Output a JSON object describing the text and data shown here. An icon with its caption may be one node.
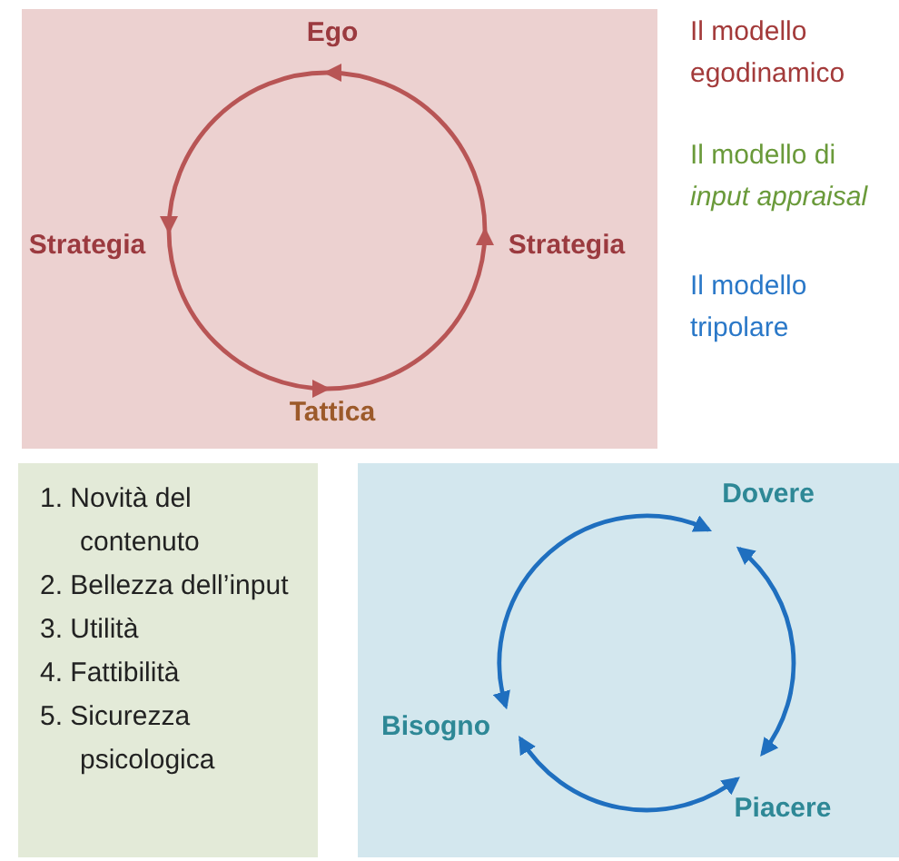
{
  "diagram": {
    "nodes": [
      {
        "text": [],
        "shape": "box"
      },
      {
        "text": [
          "Ego"
        ],
        "in": 0
      },
      {
        "text": [
          "Strategia"
        ],
        "in": 0
      },
      {
        "text": [
          "Strategia"
        ],
        "in": 0
      },
      {
        "text": [
          "Tattica"
        ],
        "in": 0
      },
      {
        "text": [
          "1. Novità del contenuto",
          "2. Bellezza dell’input",
          "3. Utilità",
          "4. Fattibilità",
          "5. Sicurezza psicologica"
        ]
      },
      {
        "text": [],
        "shape": "box"
      },
      {
        "text": [
          "Dovere"
        ],
        "in": 6
      },
      {
        "text": [
          "Bisogno"
        ],
        "in": 6
      },
      {
        "text": [
          "Piacere"
        ],
        "in": 6
      }
    ],
    "edges": [
      {
        "from": 3,
        "to": 1,
        "arrow": "to",
        "color": "#b85555"
      },
      {
        "from": 1,
        "to": 2,
        "arrow": "to",
        "color": "#b85555"
      },
      {
        "from": 2,
        "to": 4,
        "arrow": "to",
        "color": "#b85555"
      },
      {
        "from": 4,
        "to": 3,
        "arrow": "to",
        "color": "#b85555"
      },
      {
        "from": 7,
        "to": 9,
        "arrow": "both",
        "color": "#1f6fbf"
      },
      {
        "from": 9,
        "to": 8,
        "arrow": "both",
        "color": "#1f6fbf"
      },
      {
        "from": 8,
        "to": 7,
        "arrow": "both",
        "color": "#1f6fbf"
      }
    ],
    "labels": [
      "Il modello egodinamico",
      "Il modello di *input appraisal*",
      "Il modello tripolare"
    ]
  }
}
